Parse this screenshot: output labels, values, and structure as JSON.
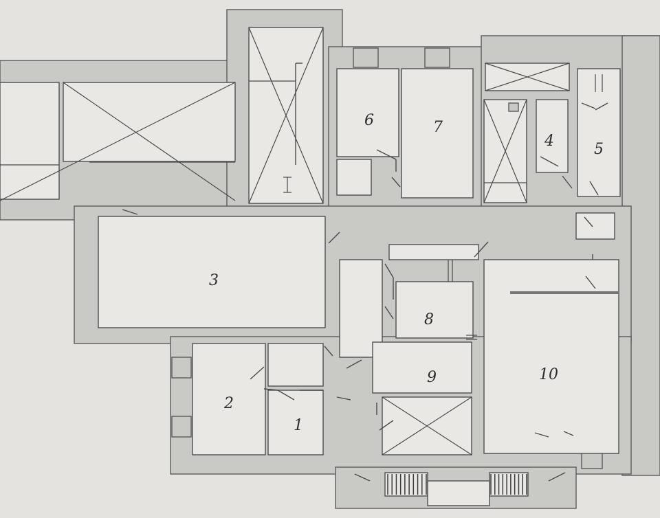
{
  "plan": {
    "rooms": [
      {
        "id": "room-1",
        "label": "1"
      },
      {
        "id": "room-2",
        "label": "2"
      },
      {
        "id": "room-3",
        "label": "3"
      },
      {
        "id": "room-4",
        "label": "4"
      },
      {
        "id": "room-5",
        "label": "5"
      },
      {
        "id": "room-6",
        "label": "6"
      },
      {
        "id": "room-7",
        "label": "7"
      },
      {
        "id": "room-8",
        "label": "8"
      },
      {
        "id": "room-9",
        "label": "9"
      },
      {
        "id": "room-10",
        "label": "10"
      }
    ]
  }
}
